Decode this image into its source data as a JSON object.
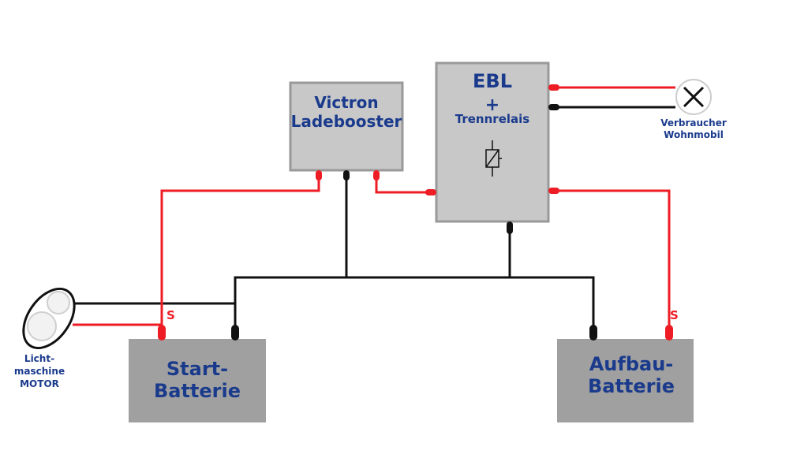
{
  "colors": {
    "label": "#1a3a8c",
    "positive": "#ee1c24",
    "negative": "#111111",
    "box_fill": "#c8c8c8",
    "box_stroke": "#999999",
    "battery_fill": "#a0a0a0"
  },
  "victron": {
    "line1": "Victron",
    "line2": "Ladebooster"
  },
  "ebl": {
    "title": "EBL",
    "plus": "+",
    "subtitle": "Trennrelais",
    "relay_icon": "relay-coil-icon"
  },
  "consumer": {
    "icon": "lamp-icon",
    "line1": "Verbraucher",
    "line2": "Wohnmobil"
  },
  "alternator": {
    "icon": "alternator-icon",
    "line1": "Licht-",
    "line2": "maschine",
    "line3": "MOTOR"
  },
  "start_battery": {
    "line1": "Start-",
    "line2": "Batterie"
  },
  "aux_battery": {
    "line1": "Aufbau-",
    "line2": "Batterie"
  },
  "sense_left": "S",
  "sense_right": "S"
}
